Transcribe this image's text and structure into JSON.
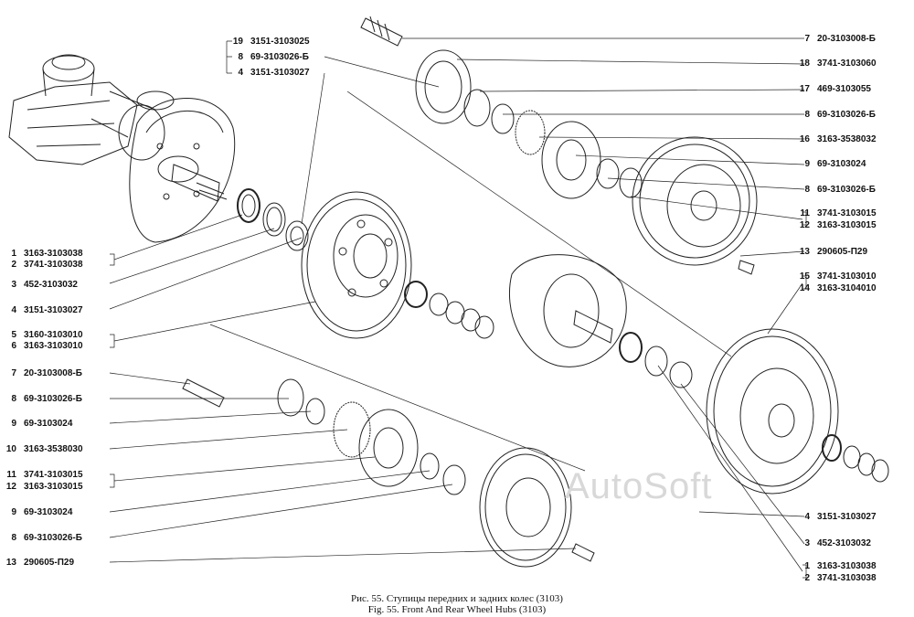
{
  "watermark": "AutoSoft",
  "caption": {
    "ru": "Рис. 55. Ступицы передних и задних колес (3103)",
    "en": "Fig. 55. Front And Rear Wheel Hubs (3103)"
  },
  "labels_left": [
    {
      "num": "19",
      "code": "3151-3103025"
    },
    {
      "num": "8",
      "code": "69-3103026-Б"
    },
    {
      "num": "4",
      "code": "3151-3103027"
    },
    {
      "num": "1",
      "code": "3163-3103038"
    },
    {
      "num": "2",
      "code": "3741-3103038"
    },
    {
      "num": "3",
      "code": "452-3103032"
    },
    {
      "num": "4",
      "code": "3151-3103027"
    },
    {
      "num": "5",
      "code": "3160-3103010"
    },
    {
      "num": "6",
      "code": "3163-3103010"
    },
    {
      "num": "7",
      "code": "20-3103008-Б"
    },
    {
      "num": "8",
      "code": "69-3103026-Б"
    },
    {
      "num": "9",
      "code": "69-3103024"
    },
    {
      "num": "10",
      "code": "3163-3538030"
    },
    {
      "num": "11",
      "code": "3741-3103015"
    },
    {
      "num": "12",
      "code": "3163-3103015"
    },
    {
      "num": "9",
      "code": "69-3103024"
    },
    {
      "num": "8",
      "code": "69-3103026-Б"
    },
    {
      "num": "13",
      "code": "290605-П29"
    }
  ],
  "labels_right": [
    {
      "num": "7",
      "code": "20-3103008-Б"
    },
    {
      "num": "18",
      "code": "3741-3103060"
    },
    {
      "num": "17",
      "code": "469-3103055"
    },
    {
      "num": "8",
      "code": "69-3103026-Б"
    },
    {
      "num": "16",
      "code": "3163-3538032"
    },
    {
      "num": "9",
      "code": "69-3103024"
    },
    {
      "num": "8",
      "code": "69-3103026-Б"
    },
    {
      "num": "11",
      "code": "3741-3103015"
    },
    {
      "num": "12",
      "code": "3163-3103015"
    },
    {
      "num": "13",
      "code": "290605-П29"
    },
    {
      "num": "15",
      "code": "3741-3103010"
    },
    {
      "num": "14",
      "code": "3163-3104010"
    },
    {
      "num": "4",
      "code": "3151-3103027"
    },
    {
      "num": "3",
      "code": "452-3103032"
    },
    {
      "num": "1",
      "code": "3163-3103038"
    },
    {
      "num": "2",
      "code": "3741-3103038"
    }
  ]
}
